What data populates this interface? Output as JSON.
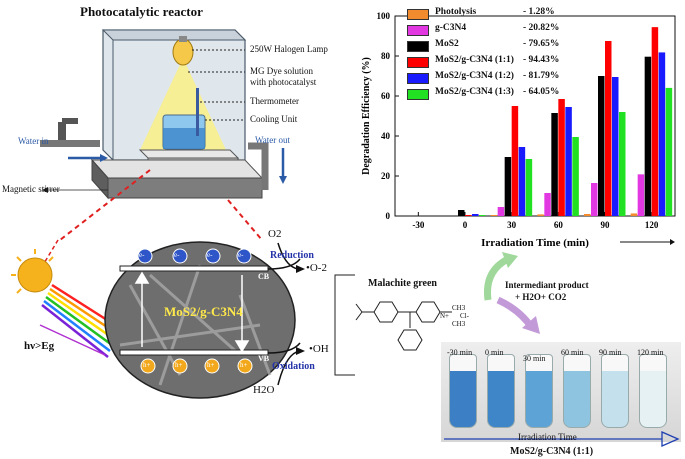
{
  "reactor": {
    "title": "Photocatalytic reactor",
    "labels": {
      "lamp": "250W Halogen Lamp",
      "dye_line1": "MG Dye solution",
      "dye_line2": "with photocatalyst",
      "thermometer": "Thermometer",
      "cooling": "Cooling Unit",
      "water_in": "Water in",
      "water_out": "Water out",
      "stirrer": "Magnetic stirrer"
    }
  },
  "band": {
    "reduction": "Reduction",
    "oxidation": "Oxidation",
    "cb": "CB",
    "vb": "VB",
    "o2": "O2",
    "superoxide": "•O-2",
    "h2o": "H2O",
    "hydroxyl": "•OH",
    "catalyst": "MoS2/g-C3N4",
    "electron": "e-",
    "hole": "h+",
    "excitation": "hν>Eg"
  },
  "molecule": {
    "name": "Malachite green",
    "product_line1": "Intermediant product",
    "product_line2": "+ H2O+ CO2",
    "me": "CH3",
    "cl": "Cl-",
    "n_plus": "N+"
  },
  "vials": {
    "labels": [
      "-30 min",
      "0 min",
      "30 min",
      "60 min",
      "90 min",
      "120 min"
    ],
    "colors": [
      "#3d7fc4",
      "#3f86c8",
      "#5ea3d6",
      "#8fc4e0",
      "#c3e0ec",
      "#e6f1f4"
    ],
    "arrow_label": "Irradiation Time",
    "catalyst": "MoS2/g-C3N4 (1:1)"
  },
  "chart_data": {
    "type": "bar",
    "xlabel": "Irradiation Time (min)",
    "ylabel": "Degradation Efficiency (%)",
    "categories": [
      "-30",
      "0",
      "30",
      "60",
      "90",
      "120"
    ],
    "ylim": [
      0,
      100
    ],
    "yticks": [
      0,
      20,
      40,
      60,
      80,
      100
    ],
    "series": [
      {
        "name": "Photolysis",
        "value_label": "- 1.28%",
        "color": "#f28a2e",
        "values": [
          0,
          0,
          0.5,
          0.8,
          1,
          1.28
        ]
      },
      {
        "name": "g-C3N4",
        "value_label": "- 20.82%",
        "color": "#e238e2",
        "values": [
          0,
          0,
          4.5,
          11.5,
          16.5,
          20.82
        ]
      },
      {
        "name": "MoS2",
        "value_label": "- 79.65%",
        "color": "#000000",
        "values": [
          0,
          3,
          29.5,
          51.5,
          70,
          79.65
        ]
      },
      {
        "name": "MoS2/g-C3N4 (1:1)",
        "value_label": "- 94.43%",
        "color": "#ff0000",
        "values": [
          0,
          0.5,
          55,
          58.5,
          87.5,
          94.43
        ]
      },
      {
        "name": "MoS2/g-C3N4 (1:2)",
        "value_label": "- 81.79%",
        "color": "#1a1aff",
        "values": [
          0,
          1,
          34.5,
          54.5,
          69.5,
          81.79
        ]
      },
      {
        "name": "MoS2/g-C3N4 (1:3)",
        "value_label": "- 64.05%",
        "color": "#22e022",
        "values": [
          0,
          0.5,
          28.5,
          39.5,
          52,
          64.05
        ]
      }
    ]
  }
}
